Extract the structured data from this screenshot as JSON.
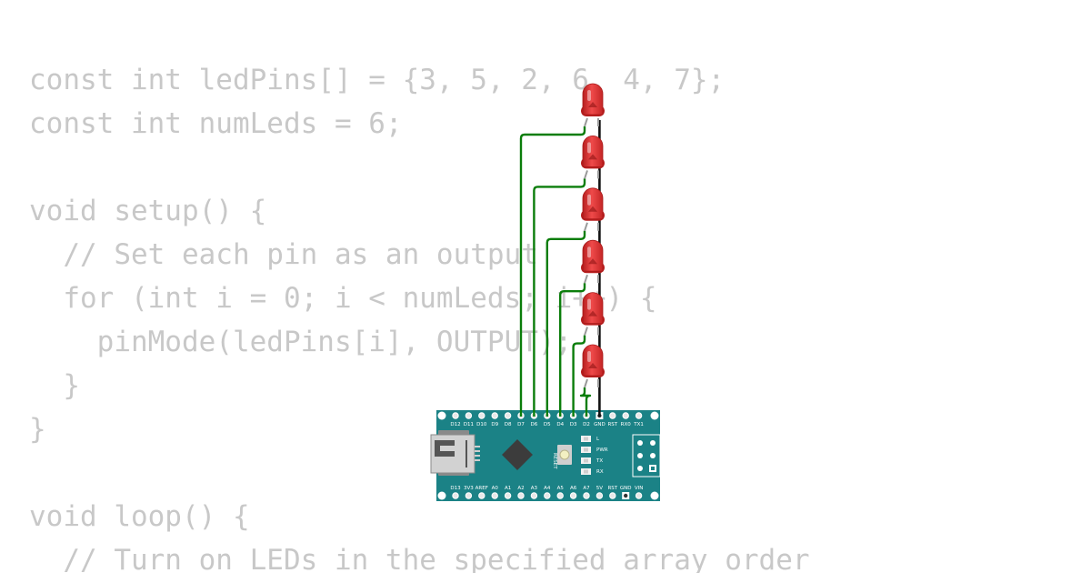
{
  "code": {
    "lines": [
      "const int ledPins[] = {3, 5, 2, 6, 4, 7};",
      "const int numLeds = 6;",
      "",
      "void setup() {",
      "  // Set each pin as an output",
      "  for (int i = 0; i < numLeds; i++) {",
      "    pinMode(ledPins[i], OUTPUT);",
      "  }",
      "}",
      "",
      "void loop() {",
      "  // Turn on LEDs in the specified array order"
    ]
  },
  "board": {
    "name": "Arduino Nano",
    "color": "#1b8286",
    "top_labels": [
      "D12",
      "D11",
      "D10",
      "D9",
      "D8",
      "D7",
      "D6",
      "D5",
      "D4",
      "D3",
      "D2",
      "GND",
      "RST",
      "RX0",
      "TX1"
    ],
    "bottom_labels": [
      "D13",
      "3V3",
      "AREF",
      "A0",
      "A1",
      "A2",
      "A3",
      "A4",
      "A5",
      "A6",
      "A7",
      "5V",
      "RST",
      "GND",
      "VIN"
    ],
    "reset_label": "RESET",
    "led_labels": [
      "L",
      "PWR",
      "TX",
      "RX"
    ]
  },
  "leds": {
    "count": 6,
    "color": "#e53838"
  },
  "wires": {
    "signal_color": "#0a7d0a",
    "ground_color": "#111111"
  }
}
